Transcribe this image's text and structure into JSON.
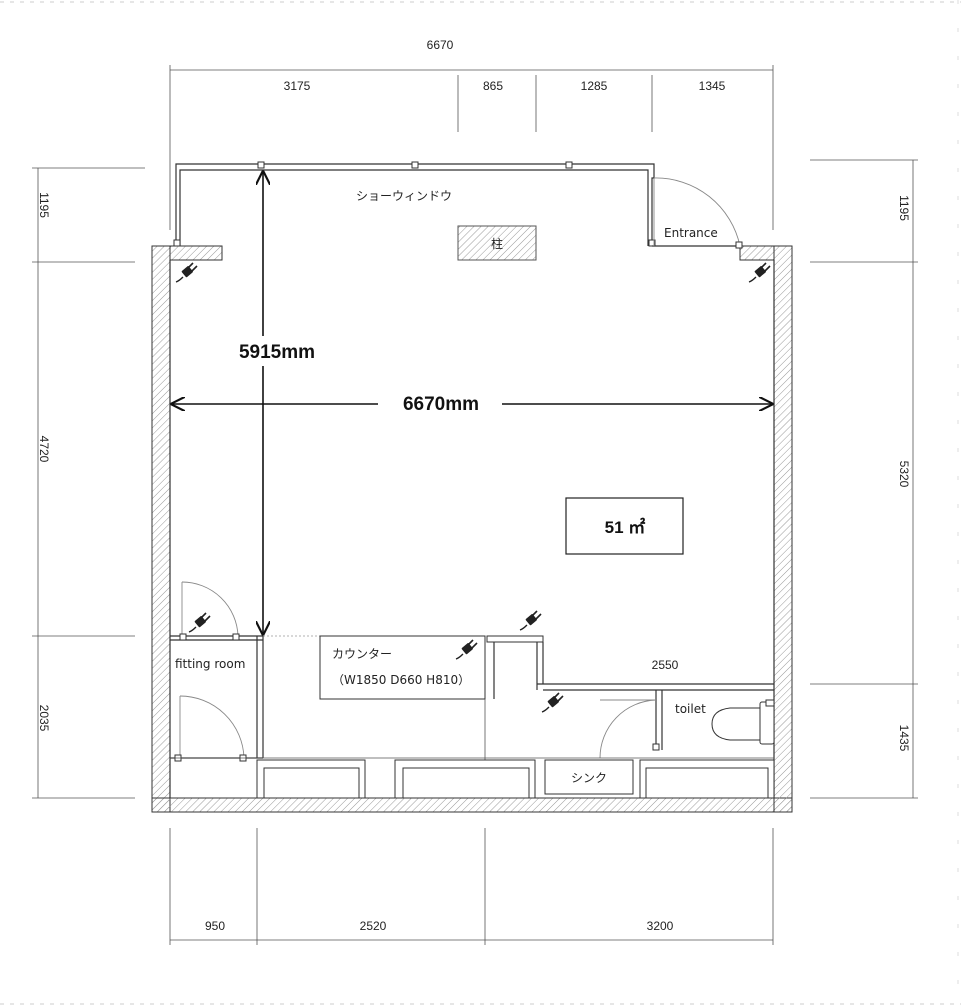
{
  "dimensions": {
    "top_total": "6670",
    "top_segments": [
      "3175",
      "865",
      "1285",
      "1345"
    ],
    "left": [
      "1195",
      "4720",
      "2035"
    ],
    "right": [
      "1195",
      "5320",
      "1435"
    ],
    "bottom": [
      "950",
      "2520",
      "3200"
    ],
    "counter_right": "2550"
  },
  "labels": {
    "show_window": "ショーウィンドウ",
    "pillar": "柱",
    "entrance": "Entrance",
    "fitting_room": "fitting room",
    "counter": "カウンター",
    "counter_size": "（W1850 D660 H810）",
    "toilet": "toilet",
    "sink": "シンク",
    "height": "5915mm",
    "width": "6670mm",
    "area": "51 ㎡"
  },
  "icons": [
    "outlet-icon"
  ],
  "colors": {
    "line": "#333333",
    "hatch": "#999999"
  }
}
